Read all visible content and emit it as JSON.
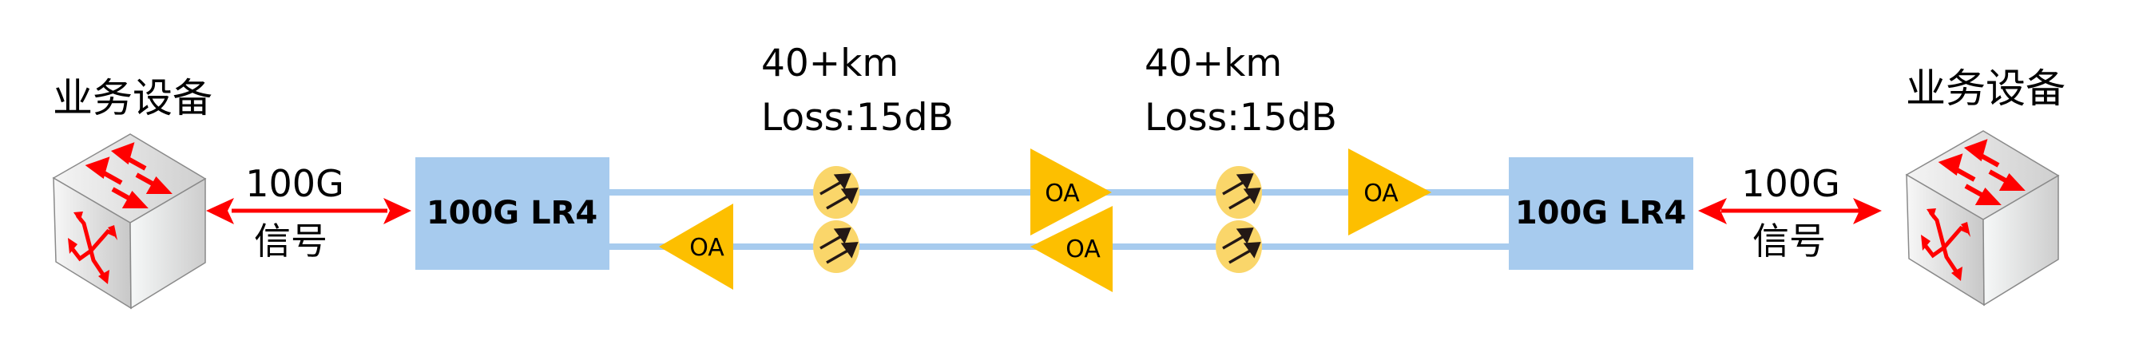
{
  "diagram": {
    "title": "100G LR4 transmission over two amplified fiber spans",
    "left_device": {
      "label": "业务设备",
      "icon": "switch-cube-icon"
    },
    "right_device": {
      "label": "业务设备",
      "icon": "switch-cube-icon"
    },
    "left_link": {
      "line1": "100G",
      "line2": "信号"
    },
    "right_link": {
      "line1": "100G",
      "line2": "信号"
    },
    "left_module": {
      "label": "100G LR4"
    },
    "right_module": {
      "label": "100G LR4"
    },
    "spans": [
      {
        "distance": "40+km",
        "loss": "Loss:15dB"
      },
      {
        "distance": "40+km",
        "loss": "Loss:15dB"
      }
    ],
    "amplifiers": [
      {
        "label": "OA",
        "direction": "left",
        "fiber": "bottom"
      },
      {
        "label": "OA",
        "direction": "right",
        "fiber": "top"
      },
      {
        "label": "OA",
        "direction": "left",
        "fiber": "bottom"
      },
      {
        "label": "OA",
        "direction": "right",
        "fiber": "top"
      }
    ],
    "attenuator_icon": "fiber-span-attenuator-icon",
    "colors": {
      "module_fill": "#a7cbee",
      "fiber": "#a7cbee",
      "amplifier": "#fdbf00",
      "span_circle": "#fad66a",
      "signal_arrow": "#ff0000",
      "device_icon_arrows": "#ff0000"
    }
  }
}
